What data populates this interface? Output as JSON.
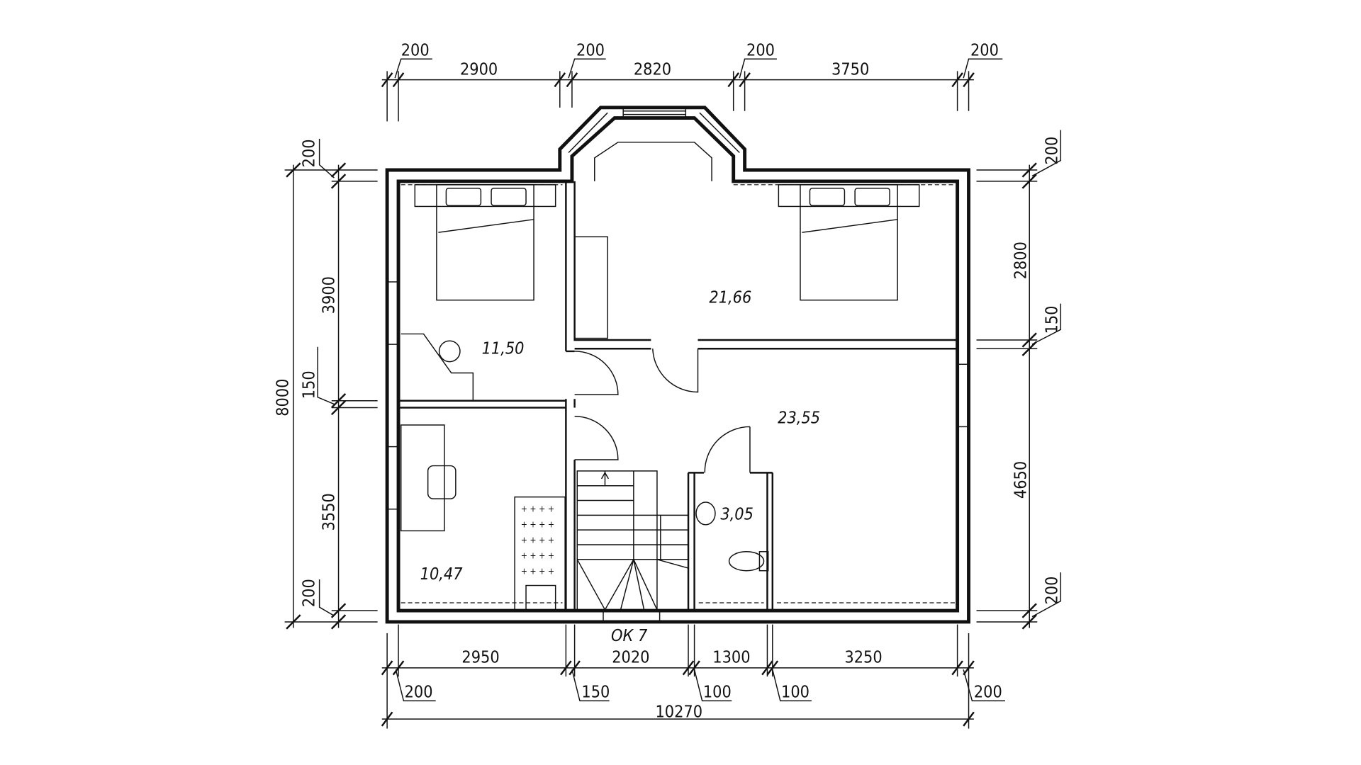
{
  "dimensions": {
    "top": {
      "walls": [
        "200",
        "200",
        "200",
        "200"
      ],
      "spans": [
        "2900",
        "2820",
        "3750"
      ]
    },
    "bottom": {
      "spans": [
        "2950",
        "2020",
        "1300",
        "3250"
      ],
      "walls": [
        "200",
        "150",
        "100",
        "100",
        "200"
      ],
      "total": "10270"
    },
    "left": {
      "total": "8000",
      "parts": [
        "200",
        "3900",
        "150",
        "3550",
        "200"
      ]
    },
    "right": {
      "parts": [
        "200",
        "2800",
        "150",
        "4650",
        "200"
      ]
    }
  },
  "rooms": {
    "bedroom_top_left": "11,50",
    "bedroom_top_right": "21,66",
    "hall": "23,55",
    "bath": "3,05",
    "study": "10,47"
  },
  "window_label": "ОК 7"
}
